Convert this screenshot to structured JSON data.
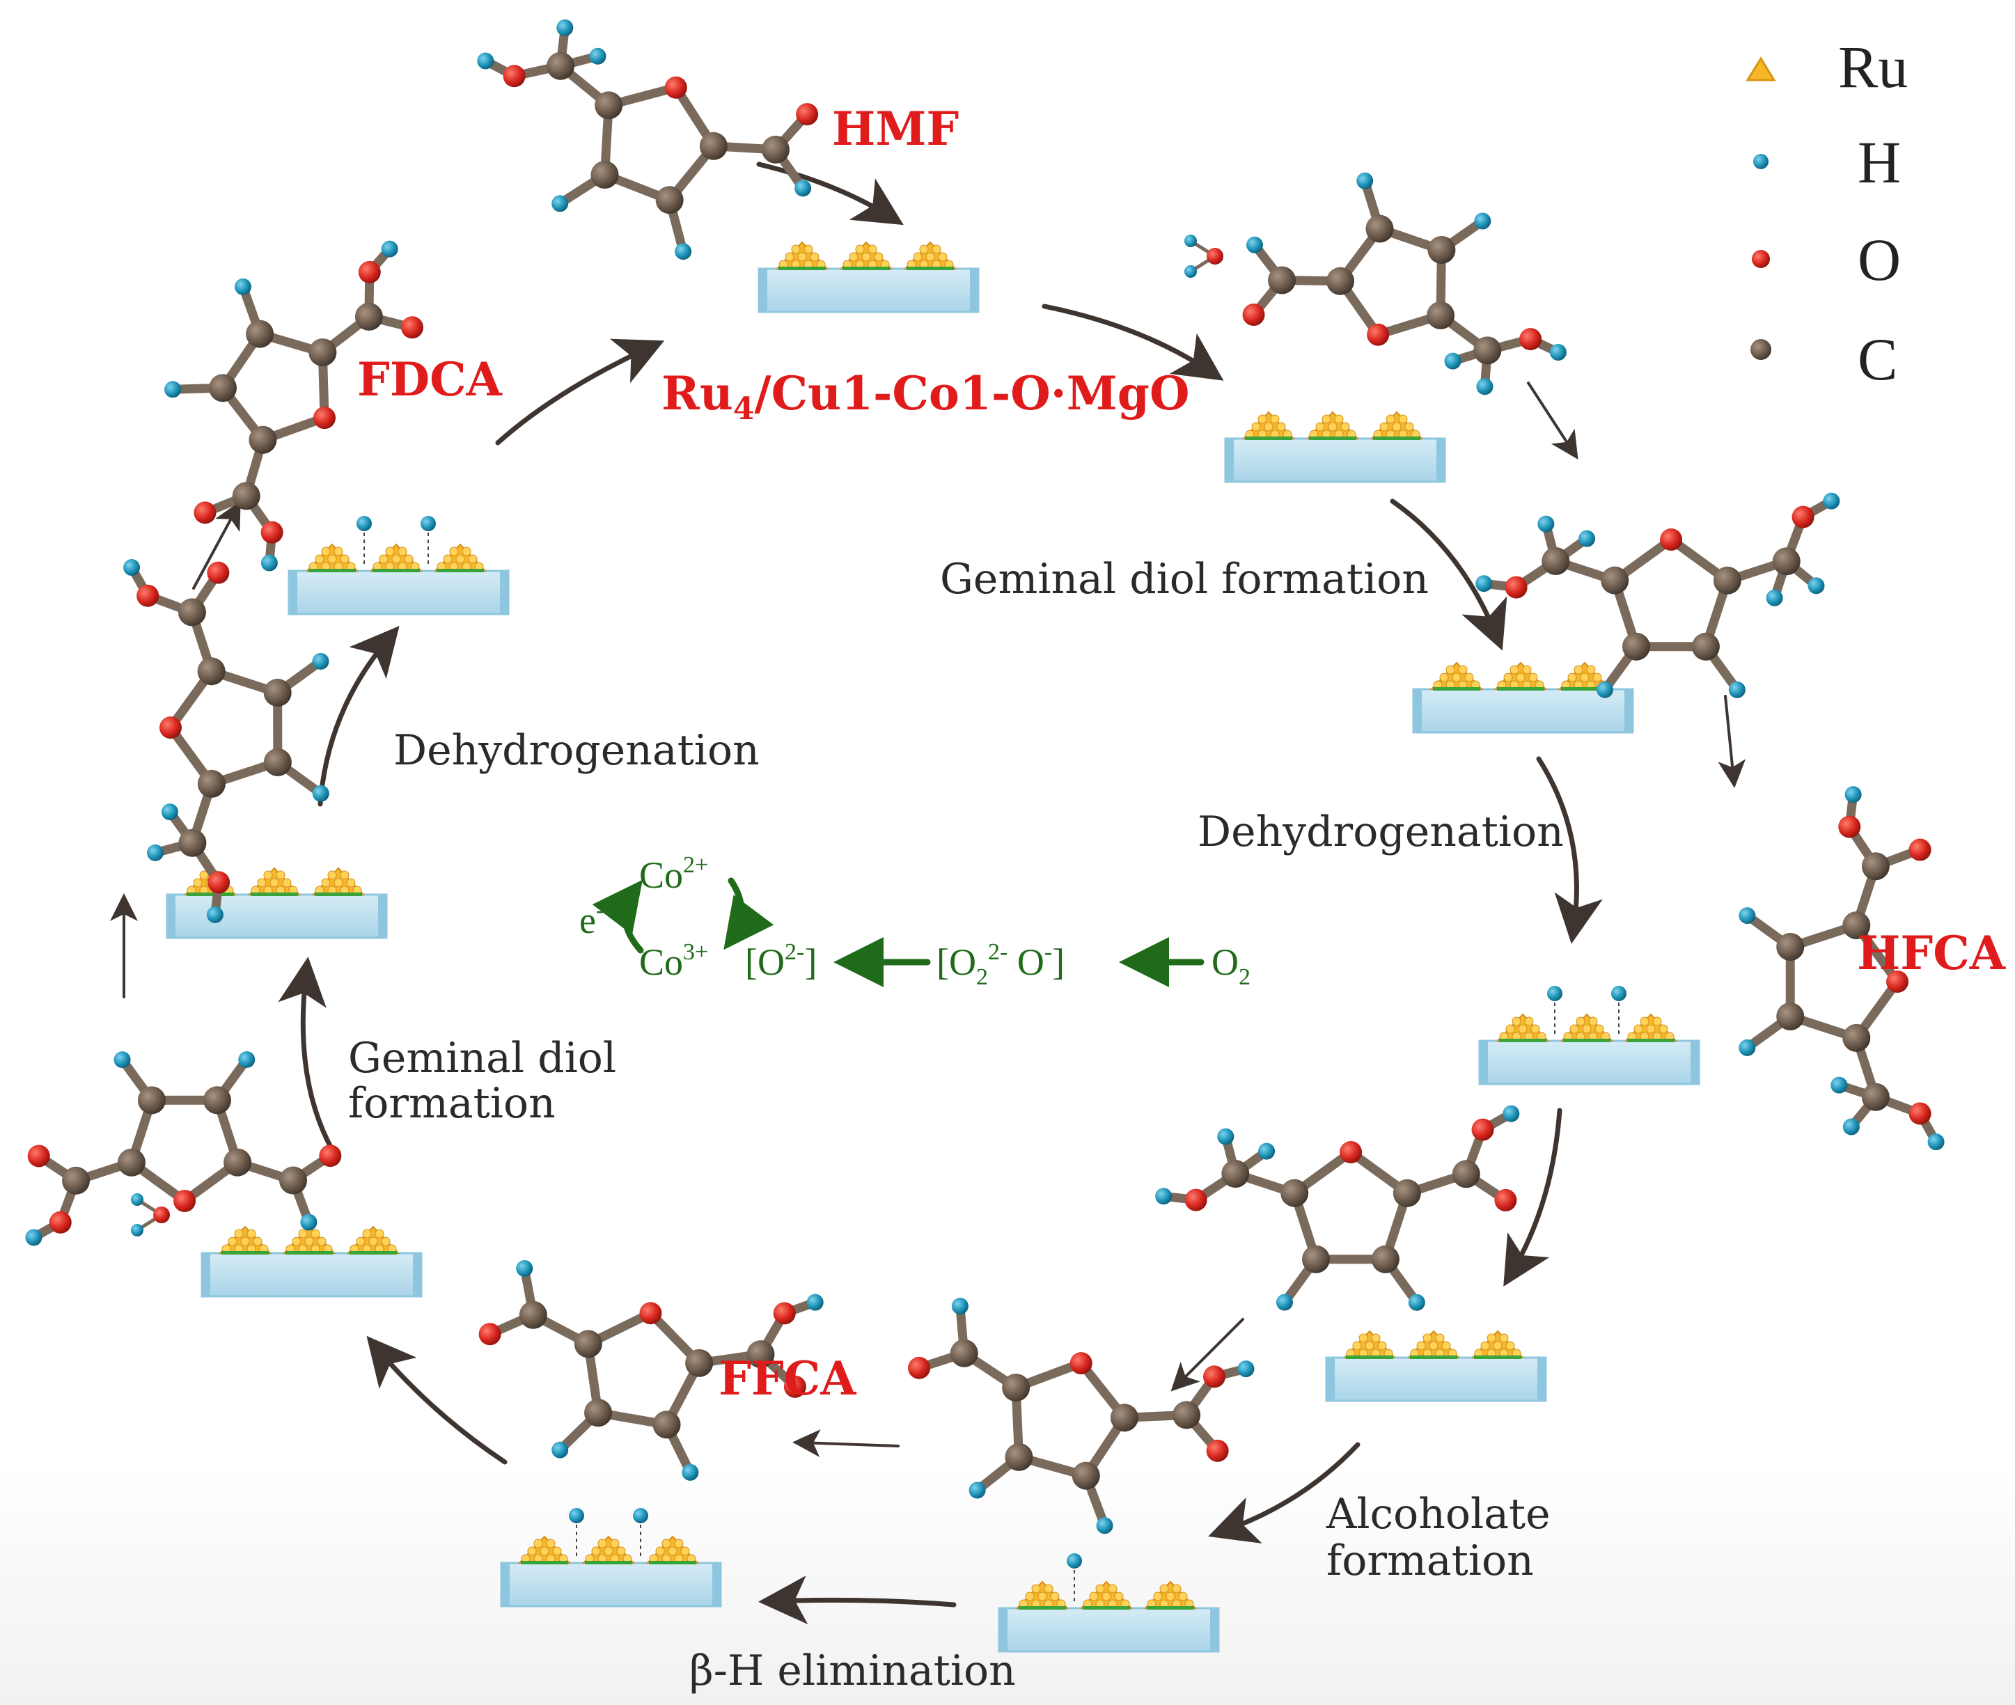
{
  "colors": {
    "accent_red": "#e01b1b",
    "text_dark": "#2a2a2a",
    "arrow": "#3e3530",
    "green": "#1f6b1a",
    "ru": "#f6b72b",
    "hydrogen": "#1d93b8",
    "oxygen": "#d7261e",
    "carbon": "#6b5a4c",
    "support": "#bfe0ef"
  },
  "legend": [
    {
      "symbol": "ru-triangle",
      "label": "Ru"
    },
    {
      "symbol": "hydrogen-atom",
      "label": "H"
    },
    {
      "symbol": "oxygen-atom",
      "label": "O"
    },
    {
      "symbol": "carbon-atom",
      "label": "C"
    }
  ],
  "species": {
    "hmf": "HMF",
    "hfca": "HFCA",
    "ffca": "FFCA",
    "fdca": "FDCA"
  },
  "catalyst": {
    "main": "Ru",
    "sub": "4",
    "rest": "/Cu1-Co1-O·MgO"
  },
  "steps": {
    "geminal_right": "Geminal diol formation",
    "dehydro_right": "Dehydrogenation",
    "alcoholate_1": "Alcoholate",
    "alcoholate_2": "formation",
    "beta_h": "β-H elimination",
    "geminal_left_1": "Geminal diol",
    "geminal_left_2": "formation",
    "dehydro_left": "Dehydrogenation"
  },
  "redox": {
    "e": "e",
    "e_sup": "-",
    "co2": "Co",
    "co2_sup": "2+",
    "co3": "Co",
    "co3_sup": "3+",
    "o2minus_open": "[O",
    "o2minus_sup": "2-",
    "o2minus_close": "]",
    "peroxo_open": "[O",
    "peroxo_sub": "2",
    "peroxo_sup": "2-",
    "peroxo_mid": " O",
    "peroxo_sup2": "-",
    "peroxo_close": "]",
    "o2": "O",
    "o2_sub": "2"
  }
}
